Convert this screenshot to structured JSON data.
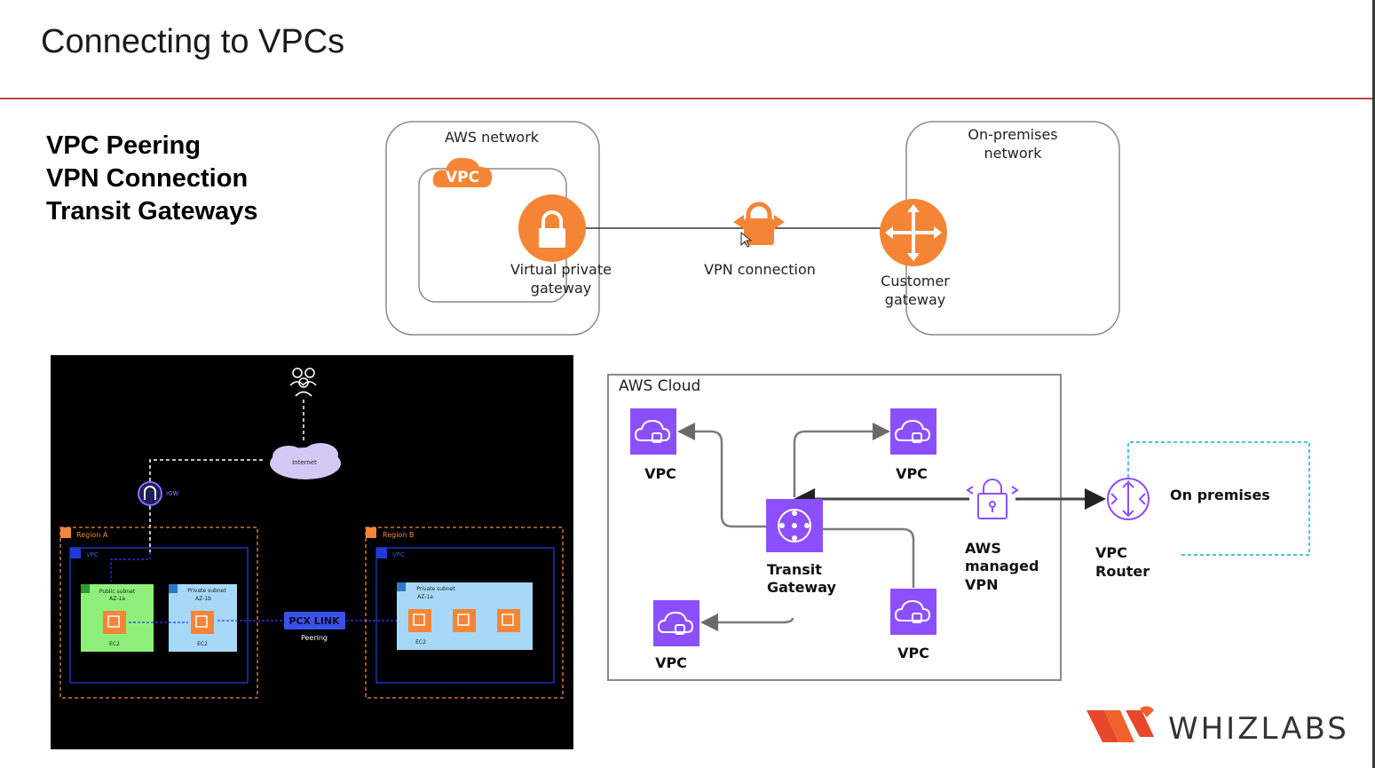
{
  "slide": {
    "title": "Connecting to VPCs",
    "topics": [
      "VPC Peering",
      "VPN Connection",
      "Transit Gateways"
    ]
  },
  "vpn_diagram": {
    "aws_network_label": "AWS network",
    "vpc_badge": "VPC",
    "vgw_label_line1": "Virtual private",
    "vgw_label_line2": "gateway",
    "vpn_label": "VPN connection",
    "onprem_label_line1": "On-premises",
    "onprem_label_line2": "network",
    "cgw_label_line1": "Customer",
    "cgw_label_line2": "gateway"
  },
  "peering_diagram": {
    "internet_label": "Internet",
    "igw_label": "IGW",
    "region_a_label": "Region A",
    "region_b_label": "Region B",
    "vpc_label_a": "VPC",
    "vpc_label_b": "VPC",
    "public_subnet_line1": "Public subnet",
    "public_subnet_line2": "AZ-1a",
    "private_subnet_a_line1": "Private subnet",
    "private_subnet_a_line2": "AZ-1b",
    "private_subnet_b_line1": "Private subnet",
    "private_subnet_b_line2": "AZ-1a",
    "ec2_label_1": "EC2",
    "ec2_label_2": "EC2",
    "ec2_label_3": "EC2",
    "pcx_label": "PCX LINK",
    "peering_label": "Peering"
  },
  "transit_diagram": {
    "cloud_label": "AWS Cloud",
    "vpc_top_left": "VPC",
    "vpc_top_right": "VPC",
    "vpc_bottom_left": "VPC",
    "vpc_bottom_right": "VPC",
    "tgw_line1": "Transit",
    "tgw_line2": "Gateway",
    "vpn_line1": "AWS",
    "vpn_line2": "managed",
    "vpn_line3": "VPN",
    "router_line1": "VPC",
    "router_line2": "Router",
    "onprem_label": "On premises"
  },
  "branding": {
    "logo_text": "WHIZLABS"
  },
  "colors": {
    "aws_orange": "#f58536",
    "transit_purple": "#8c4fff",
    "rule_red": "#c94040",
    "logo_red": "#e8462a"
  }
}
